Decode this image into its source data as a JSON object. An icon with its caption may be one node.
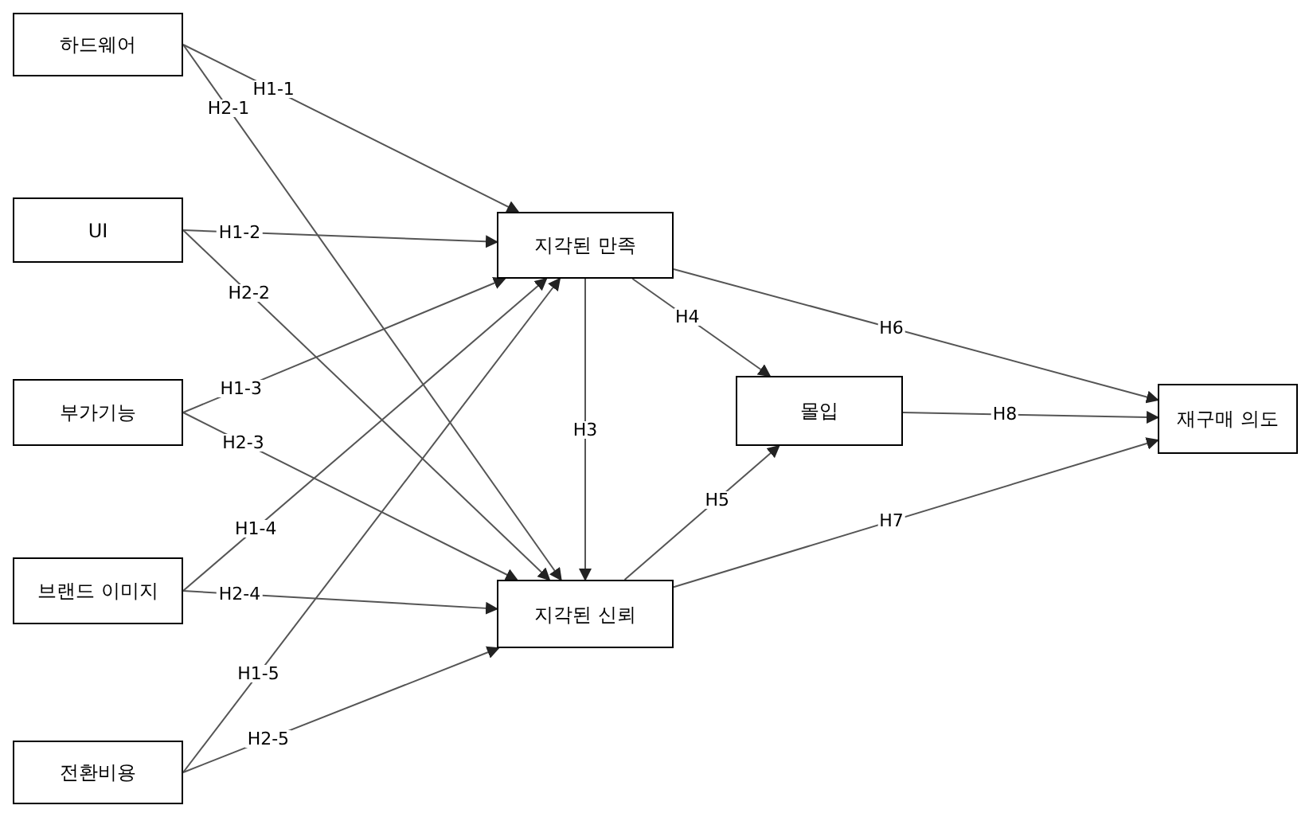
{
  "diagram": {
    "nodes": [
      {
        "text": [
          "하드웨어"
        ]
      },
      {
        "text": [
          "UI"
        ]
      },
      {
        "text": [
          "부가기능"
        ]
      },
      {
        "text": [
          "브랜드 이미지"
        ]
      },
      {
        "text": [
          "전환비용"
        ]
      },
      {
        "text": [
          "지각된 만족"
        ]
      },
      {
        "text": [
          "지각된 신뢰"
        ]
      },
      {
        "text": [
          "몰입"
        ]
      },
      {
        "text": [
          "재구매 의도"
        ]
      }
    ],
    "edges": [
      {
        "from": 0,
        "to": 5,
        "arrow": "to",
        "label": "H1-1"
      },
      {
        "from": 0,
        "to": 6,
        "arrow": "to",
        "label": "H2-1"
      },
      {
        "from": 1,
        "to": 5,
        "arrow": "to",
        "label": "H1-2"
      },
      {
        "from": 1,
        "to": 6,
        "arrow": "to",
        "label": "H2-2"
      },
      {
        "from": 2,
        "to": 5,
        "arrow": "to",
        "label": "H1-3"
      },
      {
        "from": 2,
        "to": 6,
        "arrow": "to",
        "label": "H2-3"
      },
      {
        "from": 3,
        "to": 5,
        "arrow": "to",
        "label": "H1-4"
      },
      {
        "from": 3,
        "to": 6,
        "arrow": "to",
        "label": "H2-4"
      },
      {
        "from": 4,
        "to": 5,
        "arrow": "to",
        "label": "H1-5"
      },
      {
        "from": 4,
        "to": 6,
        "arrow": "to",
        "label": "H2-5"
      },
      {
        "from": 5,
        "to": 6,
        "arrow": "to",
        "label": "H3"
      },
      {
        "from": 5,
        "to": 7,
        "arrow": "to",
        "label": "H4"
      },
      {
        "from": 6,
        "to": 7,
        "arrow": "to",
        "label": "H5"
      },
      {
        "from": 5,
        "to": 8,
        "arrow": "to",
        "label": "H6"
      },
      {
        "from": 6,
        "to": 8,
        "arrow": "to",
        "label": "H7"
      },
      {
        "from": 7,
        "to": 8,
        "arrow": "to",
        "label": "H8"
      }
    ]
  }
}
